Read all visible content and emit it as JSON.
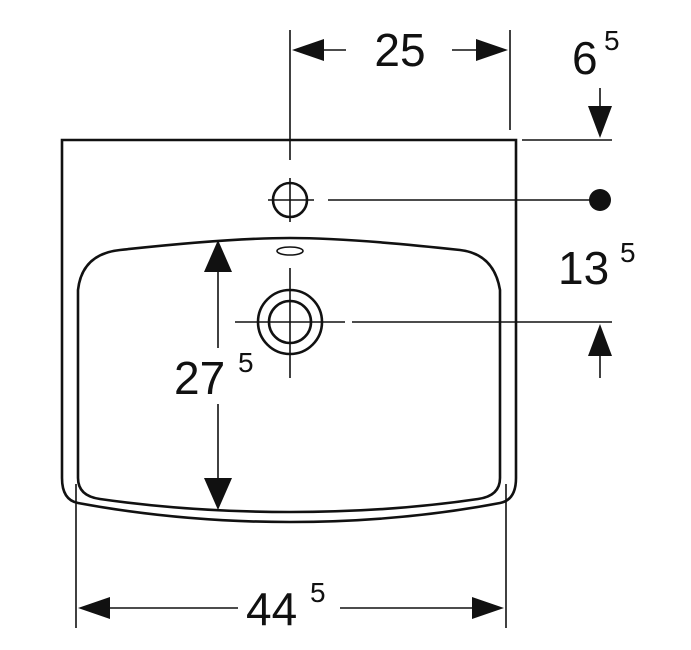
{
  "dimensions": {
    "tap_hole_offset": {
      "main": "25",
      "sup": ""
    },
    "top_rim": {
      "main": "6",
      "sup": "5"
    },
    "hole_spacing": {
      "main": "13",
      "sup": "5"
    },
    "bowl_depth": {
      "main": "27",
      "sup": "5"
    },
    "overall_width": {
      "main": "44",
      "sup": "5"
    }
  }
}
